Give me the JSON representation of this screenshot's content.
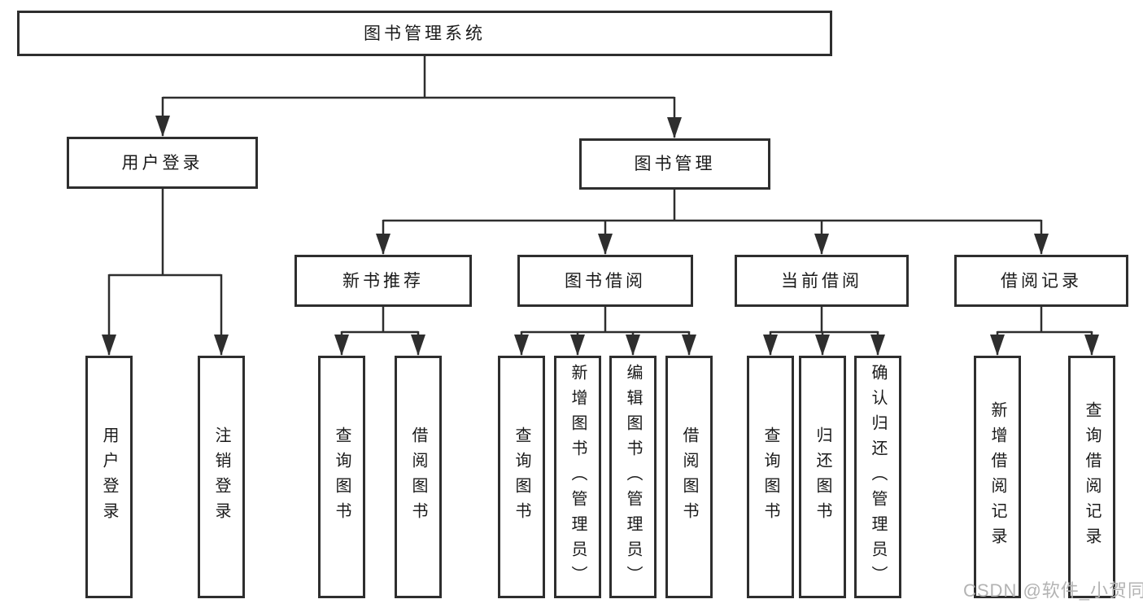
{
  "tree": {
    "label": "图书管理系统",
    "children": [
      {
        "label": "用户登录",
        "children": [
          {
            "label": "用户登录"
          },
          {
            "label": "注销登录"
          }
        ]
      },
      {
        "label": "图书管理",
        "children": [
          {
            "label": "新书推荐",
            "children": [
              {
                "label": "查询图书"
              },
              {
                "label": "借阅图书"
              }
            ]
          },
          {
            "label": "图书借阅",
            "children": [
              {
                "label": "查询图书"
              },
              {
                "label": "新增图书（管理员）"
              },
              {
                "label": "编辑图书（管理员）"
              },
              {
                "label": "借阅图书"
              }
            ]
          },
          {
            "label": "当前借阅",
            "children": [
              {
                "label": "查询图书"
              },
              {
                "label": "归还图书"
              },
              {
                "label": "确认归还（管理员）"
              }
            ]
          },
          {
            "label": "借阅记录",
            "children": [
              {
                "label": "新增借阅记录"
              },
              {
                "label": "查询借阅记录"
              }
            ]
          }
        ]
      }
    ]
  },
  "watermark": {
    "text": "CSDN @软件_小贺同学"
  },
  "colors": {
    "background": "#ffffff",
    "box_fill": "#ffffff",
    "box_border": "#2e2e2e",
    "line": "#2e2e2e",
    "text": "#1a1a1a",
    "watermark": "#b3b3b3"
  }
}
